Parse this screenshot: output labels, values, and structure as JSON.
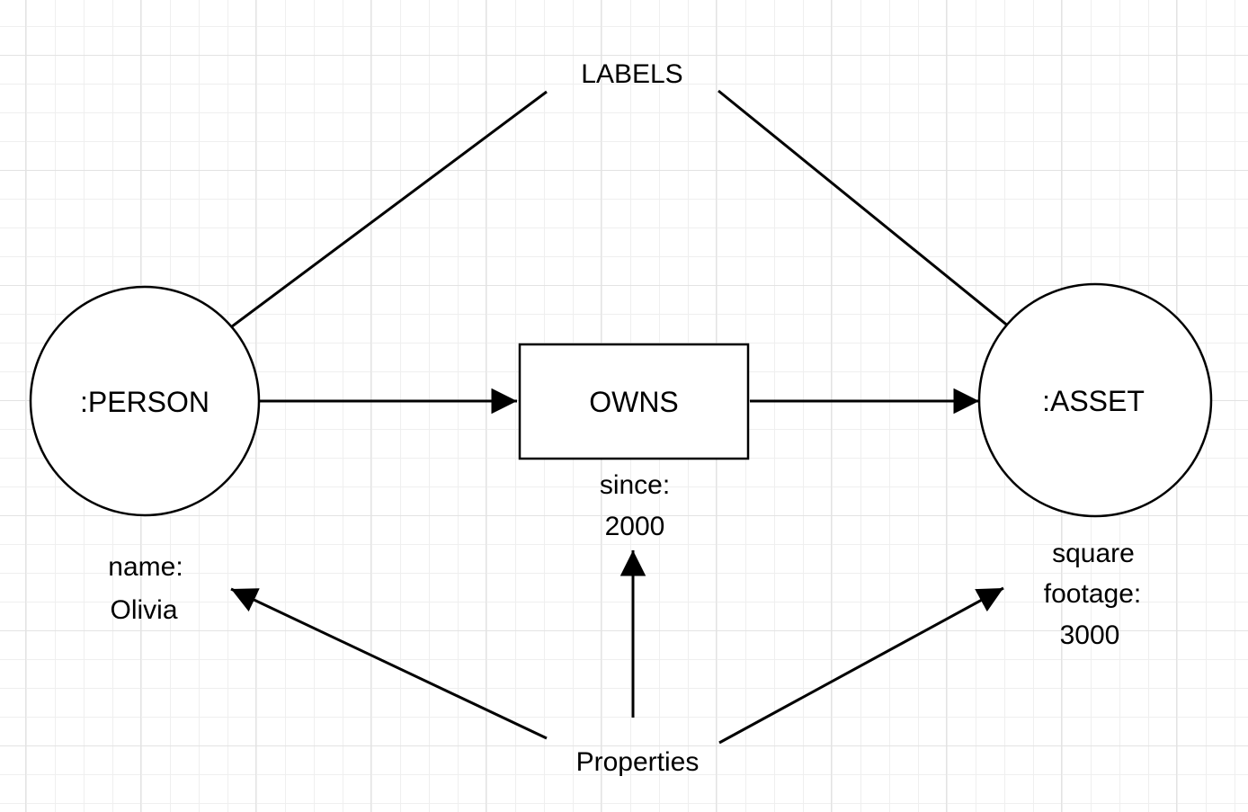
{
  "diagram": {
    "type": "graph-data-model",
    "annotations": {
      "labels": "LABELS",
      "properties": "Properties"
    },
    "person": {
      "label": ":PERSON",
      "shape": "circle",
      "property_lines": [
        "name:",
        "Olivia"
      ]
    },
    "relationship": {
      "label": "OWNS",
      "shape": "rectangle",
      "property_lines": [
        "since:",
        "2000"
      ]
    },
    "asset": {
      "label": ":ASSET",
      "shape": "circle",
      "property_lines": [
        "square",
        "footage:",
        "3000"
      ]
    },
    "colors": {
      "stroke": "#000000",
      "text": "#000000",
      "shape_fill": "#ffffff",
      "background": "#ffffff",
      "grid_minor": "#efefef",
      "grid_major": "#e3e3e3"
    }
  }
}
